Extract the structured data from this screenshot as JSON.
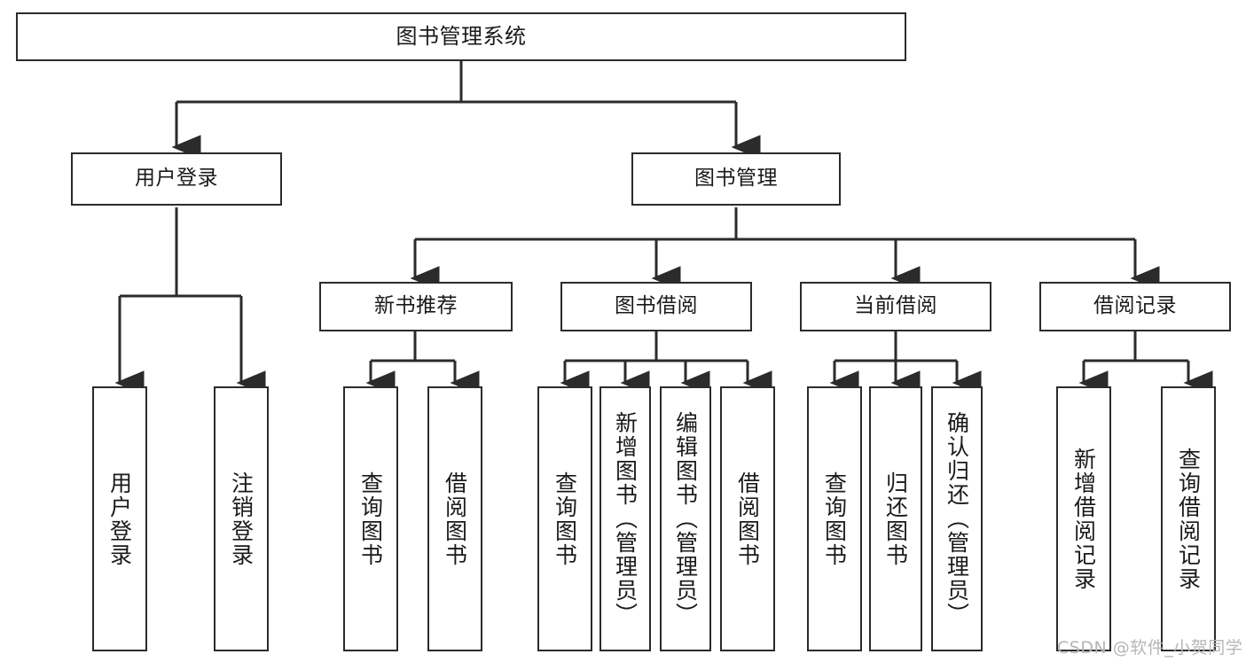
{
  "diagram": {
    "title": "图书管理系统",
    "type": "tree-hierarchy-diagram",
    "colors": {
      "box_border": "#2b2b2b",
      "box_fill": "#ffffff",
      "connector": "#2b2b2b",
      "text": "#1a1a1a",
      "watermark": "#b6b6b6",
      "background": "#ffffff"
    },
    "levels": {
      "root": {
        "label": "图书管理系统"
      },
      "level2": [
        {
          "label": "用户登录"
        },
        {
          "label": "图书管理"
        }
      ],
      "level3": [
        {
          "label": "新书推荐"
        },
        {
          "label": "图书借阅"
        },
        {
          "label": "当前借阅"
        },
        {
          "label": "借阅记录"
        }
      ],
      "leaves": [
        {
          "label": "用户登录",
          "parent": "用户登录"
        },
        {
          "label": "注销登录",
          "parent": "用户登录"
        },
        {
          "label": "查询图书",
          "parent": "新书推荐"
        },
        {
          "label": "借阅图书",
          "parent": "新书推荐"
        },
        {
          "label": "查询图书",
          "parent": "图书借阅"
        },
        {
          "label": "新增图书（管理员）",
          "parent": "图书借阅"
        },
        {
          "label": "编辑图书（管理员）",
          "parent": "图书借阅"
        },
        {
          "label": "借阅图书",
          "parent": "图书借阅"
        },
        {
          "label": "查询图书",
          "parent": "当前借阅"
        },
        {
          "label": "归还图书",
          "parent": "当前借阅"
        },
        {
          "label": "确认归还（管理员）",
          "parent": "当前借阅"
        },
        {
          "label": "新增借阅记录",
          "parent": "借阅记录"
        },
        {
          "label": "查询借阅记录",
          "parent": "借阅记录"
        }
      ]
    },
    "watermark": "CSDN @软件_小贺同学"
  }
}
